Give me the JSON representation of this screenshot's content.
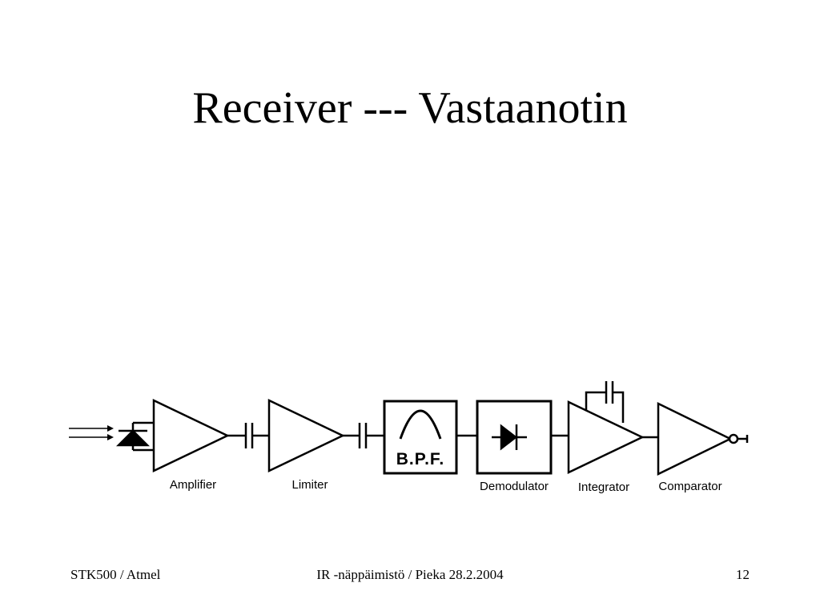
{
  "slide": {
    "title": "Receiver --- Vastaanotin"
  },
  "diagram": {
    "blocks": [
      {
        "id": "amplifier",
        "label": "Amplifier"
      },
      {
        "id": "limiter",
        "label": "Limiter"
      },
      {
        "id": "bpf",
        "label": "",
        "inner_text": "B.P.F."
      },
      {
        "id": "demodulator",
        "label": "Demodulator"
      },
      {
        "id": "integrator",
        "label": "Integrator"
      },
      {
        "id": "comparator",
        "label": "Comparator"
      }
    ]
  },
  "footer": {
    "left": "STK500 / Atmel",
    "center": "IR -näppäimistö / Pieka 28.2.2004",
    "right": "12"
  }
}
